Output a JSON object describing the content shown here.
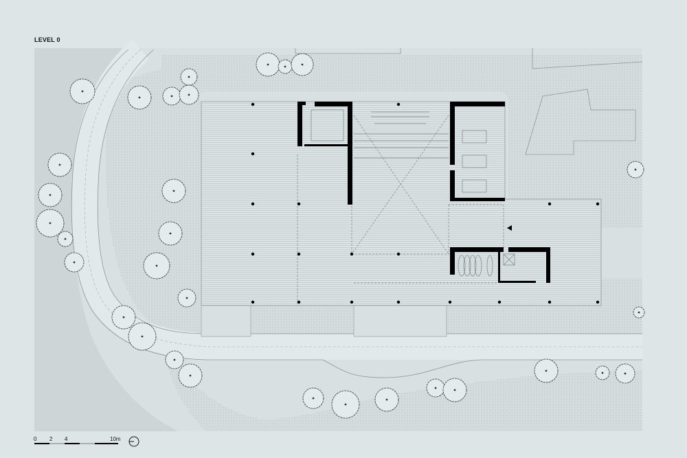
{
  "drawing": {
    "title": "LEVEL 0",
    "scale_bar": {
      "labels": [
        "0",
        "2",
        "4",
        "10m"
      ],
      "unit": "m"
    },
    "north_arrow_icon": "north-arrow-icon"
  },
  "colors": {
    "background": "#dde5e7",
    "site": "#cdd5d7",
    "road": "#dde5e7",
    "walls": "#000000"
  }
}
